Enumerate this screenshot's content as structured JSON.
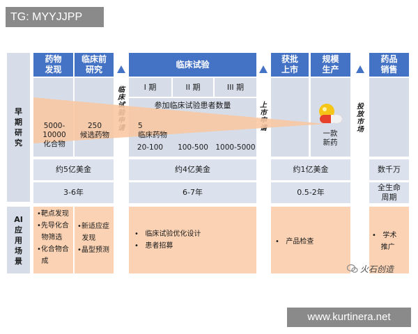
{
  "tag": "TG: MYYJJPP",
  "watermark": "www.kurtinera.net",
  "logo": "火石创造",
  "side_labels": {
    "early": "早期研究",
    "ai": "AI应用场景"
  },
  "headers": {
    "drug_discovery": "药物发现",
    "preclinical": "临床前研究",
    "clinical": "临床试验",
    "approval": "获批上市",
    "production": "规模生产",
    "sales": "药品销售"
  },
  "gates": {
    "clinical_apply": "临床试验申请",
    "market_apply": "上市申请",
    "launch": "投放市场"
  },
  "phases": [
    "I 期",
    "II 期",
    "III 期"
  ],
  "patients_label": "参加临床试验患者数量",
  "counts": {
    "compounds": "5000-10000\n化合物",
    "candidates": "250\n候选药物",
    "clinical_drugs": "5\n临床药物",
    "p1": "20-100",
    "p2": "100-500",
    "p3": "1000-5000",
    "new_drug": "一款\n新药"
  },
  "cost": {
    "early": "约5亿美金",
    "clinical": "约4亿美金",
    "approval": "约1亿美金",
    "sales": "数千万"
  },
  "time": {
    "early": "3-6年",
    "clinical": "6-7年",
    "approval": "0.5-2年",
    "sales": "全生命\n周期"
  },
  "ai": {
    "col1": [
      "•靶点发现",
      "•先导化合",
      "  物筛选",
      "•化合物合",
      "  成"
    ],
    "col2": [
      "•新适应症",
      "  发现",
      "•晶型预测"
    ],
    "clinical": [
      "•   临床试验优化设计",
      "•   患者招募"
    ],
    "approval": [
      "•   产品检查"
    ],
    "sales": [
      "•   学术",
      "    推广"
    ]
  }
}
